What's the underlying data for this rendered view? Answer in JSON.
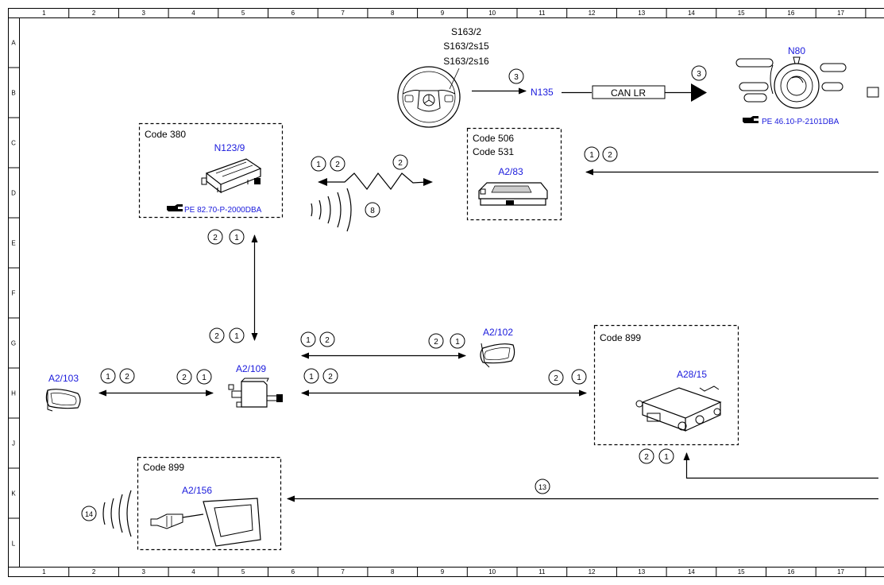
{
  "grid": {
    "columns": [
      "1",
      "2",
      "3",
      "4",
      "5",
      "6",
      "7",
      "8",
      "9",
      "10",
      "11",
      "12",
      "13",
      "14",
      "15",
      "16",
      "17"
    ],
    "rows": [
      "A",
      "B",
      "C",
      "D",
      "E",
      "F",
      "G",
      "H",
      "J",
      "K",
      "L"
    ]
  },
  "colors": {
    "link": "#1a1adc",
    "line": "#000000"
  },
  "components": {
    "steering_switches": [
      "S163/2",
      "S163/2s15",
      "S163/2s16"
    ],
    "n135": "N135",
    "can_bus": "CAN LR",
    "n80": "N80",
    "n80_ref": "PE 46.10-P-2101DBA",
    "n123_code": "Code 380",
    "n123": "N123/9",
    "n123_ref": "PE 82.70-P-2000DBA",
    "a283_codes": [
      "Code 506",
      "Code 531"
    ],
    "a283": "A2/83",
    "a2102": "A2/102",
    "a2103": "A2/103",
    "a2109": "A2/109",
    "a2815_code": "Code 899",
    "a2815": "A28/15",
    "a2156_code": "Code 899",
    "a2156": "A2/156"
  },
  "markers": {
    "one": "1",
    "two": "2",
    "three": "3",
    "eight": "8",
    "thirteen": "13",
    "fourteen": "14"
  },
  "icons": [
    "steering-wheel-icon",
    "steering-column-module-icon",
    "telematics-module-icon",
    "wireless-charging-module-icon",
    "mirror-icon",
    "antenna-module-icon",
    "control-unit-icon",
    "key-card-icon",
    "radio-wave-icon",
    "reference-hand-icon"
  ]
}
